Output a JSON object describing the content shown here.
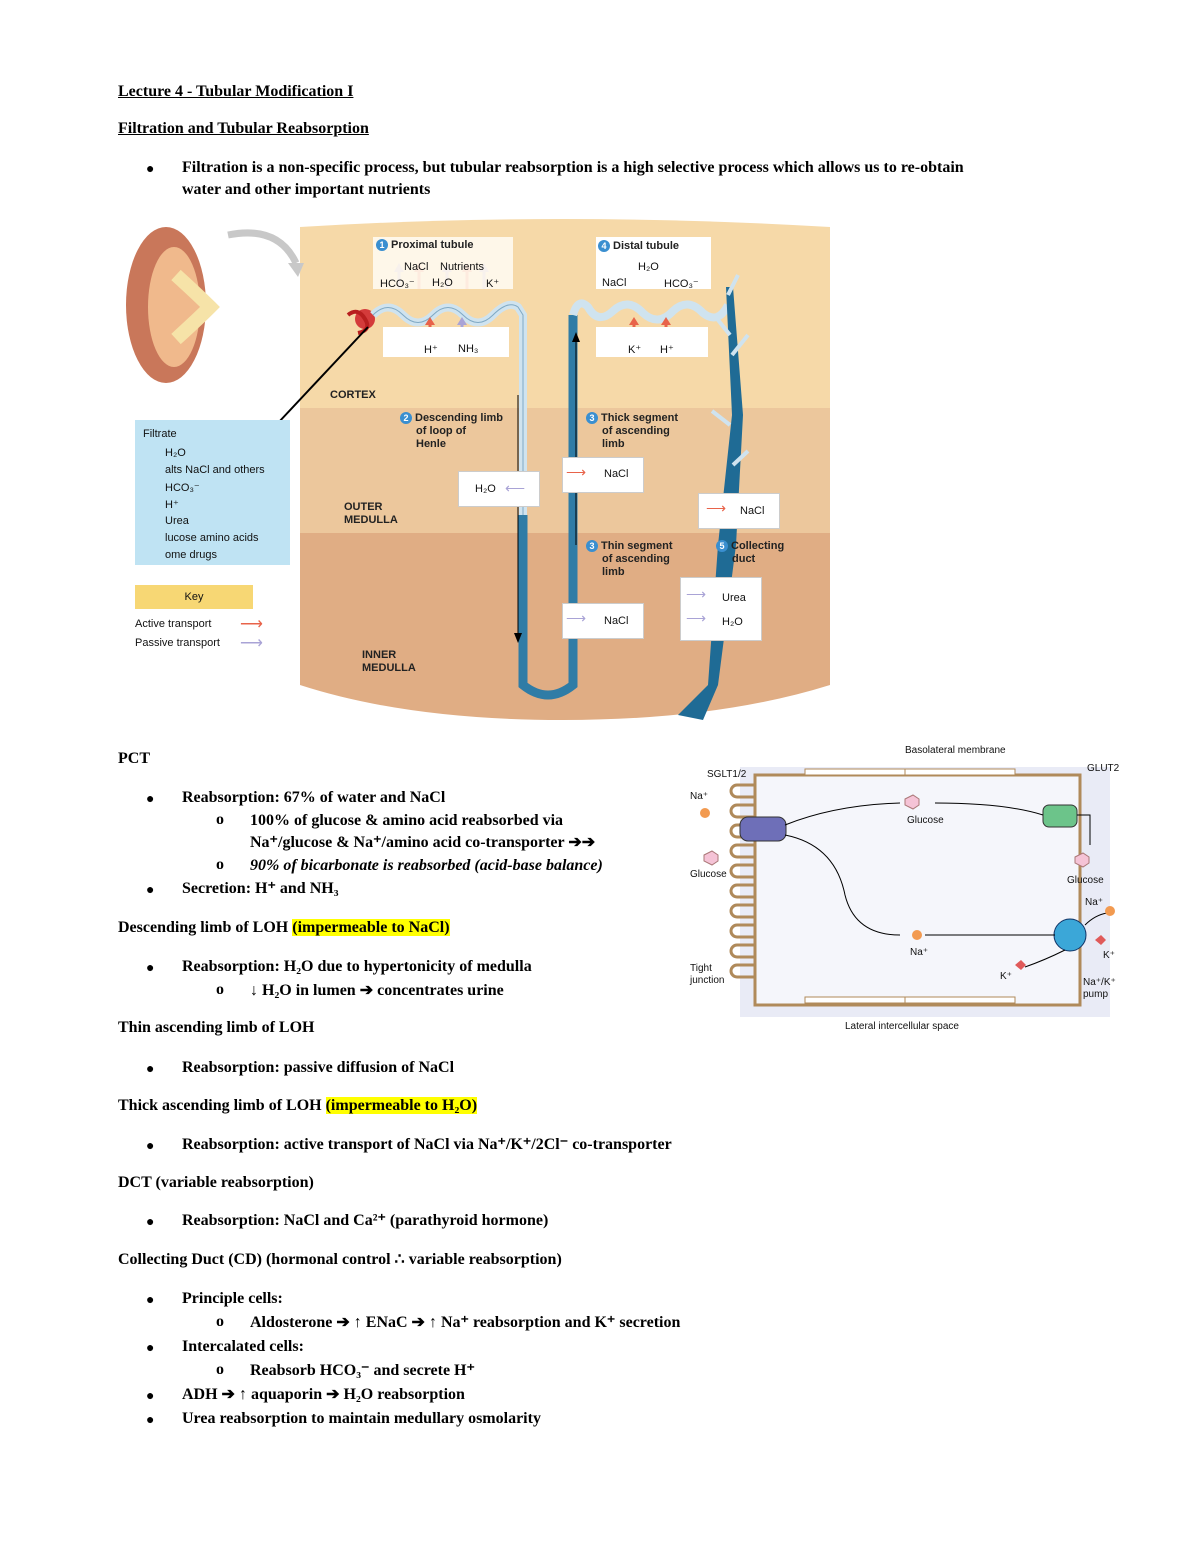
{
  "title": "Lecture 4 - Tubular Modification I",
  "section1": {
    "heading": "Filtration and Tubular Reabsorption",
    "bullet": "Filtration is a non-specific process, but tubular reabsorption is a high selective process which allows us to re-obtain",
    "bullet_cont": "water and other important nutrients"
  },
  "figure1": {
    "filtrate_title": "Filtrate",
    "filtrate_items": [
      "H₂O",
      "alts  NaCl and others",
      "HCO₃⁻",
      "H⁺",
      "Urea",
      "lucose  amino acids",
      "ome drugs"
    ],
    "key_title": "Key",
    "key_active": "Active transport",
    "key_passive": "Passive transport",
    "proximal": "Proximal tubule",
    "proximal_num": "1",
    "prox_top": [
      "NaCl",
      "Nutrients",
      "HCO₃⁻",
      "H₂O",
      "K⁺"
    ],
    "prox_bottom": [
      "H⁺",
      "NH₃"
    ],
    "distal": "Distal tubule",
    "distal_num": "4",
    "distal_top": [
      "H₂O",
      "NaCl",
      "HCO₃⁻"
    ],
    "distal_bottom": [
      "K⁺",
      "H⁺"
    ],
    "cortex": "CORTEX",
    "outer_medulla_1": "OUTER",
    "outer_medulla_2": "MEDULLA",
    "inner_medulla_1": "INNER",
    "inner_medulla_2": "MEDULLA",
    "desc_limb_num": "2",
    "desc_limb": [
      "Descending limb",
      "of loop of",
      "Henle"
    ],
    "thick_num": "3",
    "thick": [
      "Thick segment",
      "of ascending",
      "limb"
    ],
    "thin_num": "3",
    "thin": [
      "Thin segment",
      "of ascending",
      "limb"
    ],
    "collect_num": "5",
    "collect": [
      "Collecting",
      "duct"
    ],
    "box_h2o": "H₂O",
    "box_nacl_thick": "NaCl",
    "box_nacl_outer": "NaCl",
    "box_nacl_thin": "NaCl",
    "box_urea": "Urea",
    "box_h2o_cd": "H₂O"
  },
  "figure2": {
    "basolateral": "Basolateral membrane",
    "sglt": "SGLT1/2",
    "glut": "GLUT2",
    "na_left": "Na⁺",
    "glucose_left": "Glucose",
    "glucose_mid": "Glucose",
    "glucose_right": "Glucose",
    "na_mid": "Na⁺",
    "na_right": "Na⁺",
    "k_mid": "K⁺",
    "k_right": "K⁺",
    "tight1": "Tight",
    "tight2": "junction",
    "pump1": "Na⁺/K⁺",
    "pump2": "pump",
    "lateral": "Lateral intercellular space"
  },
  "notes": {
    "pct_heading": "PCT",
    "pct_b1": "Reabsorption: 67% of water and NaCl",
    "pct_s1a": "100% of glucose & amino acid reabsorbed via",
    "pct_s1b": "Na⁺/glucose & Na⁺/amino acid co-transporter ➔➔",
    "pct_s2": "90% of bicarbonate is reabsorbed (acid-base balance)",
    "pct_b2": "Secretion: H⁺ and NH₃",
    "dl_heading": "Descending limb of LOH",
    "dl_highlight": "(impermeable to NaCl)",
    "dl_b1": "Reabsorption: H₂O due to hypertonicity of medulla",
    "dl_s1": "↓ H₂O in lumen ➔ concentrates urine",
    "thin_heading": "Thin ascending limb of LOH",
    "thin_b1": "Reabsorption: passive diffusion of NaCl",
    "thick_heading": "Thick ascending limb of LOH",
    "thick_highlight": "(impermeable to H₂O)",
    "thick_b1": "Reabsorption: active transport of NaCl via Na⁺/K⁺/2Cl⁻ co-transporter",
    "dct_heading": "DCT (variable reabsorption)",
    "dct_b1": "Reabsorption: NaCl and Ca²⁺ (parathyroid hormone)",
    "cd_heading": "Collecting Duct (CD) (hormonal control ∴ variable reabsorption)",
    "cd_b1": "Principle cells:",
    "cd_s1": "Aldosterone ➔ ↑ ENaC ➔ ↑ Na⁺ reabsorption and K⁺ secretion",
    "cd_b2": "Intercalated cells:",
    "cd_s2": "Reabsorb HCO₃⁻ and secrete H⁺",
    "cd_b3": "ADH ➔ ↑ aquaporin ➔ H₂O reabsorption",
    "cd_b4": "Urea reabsorption to maintain medullary osmolarity"
  },
  "colors": {
    "highlight": "#ffff00",
    "active": "#e8634a",
    "passive": "#a9a3d6",
    "cortex": "#f6d9a8",
    "outer": "#ecc79c",
    "inner": "#e0ad84"
  }
}
